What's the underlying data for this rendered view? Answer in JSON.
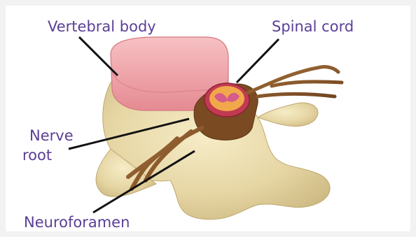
{
  "labels": {
    "vertebral_body": "Vertebral body",
    "spinal_cord": "Spinal cord",
    "nerve_root_line1": "Nerve",
    "nerve_root_line2": "root",
    "neuroforamen": "Neuroforamen"
  },
  "colors": {
    "label_text": "#5b3f96",
    "bone": "#e8d9a8",
    "disc": "#f1a3a8",
    "nerve": "#8a5a2e",
    "leader_line": "#111111"
  }
}
